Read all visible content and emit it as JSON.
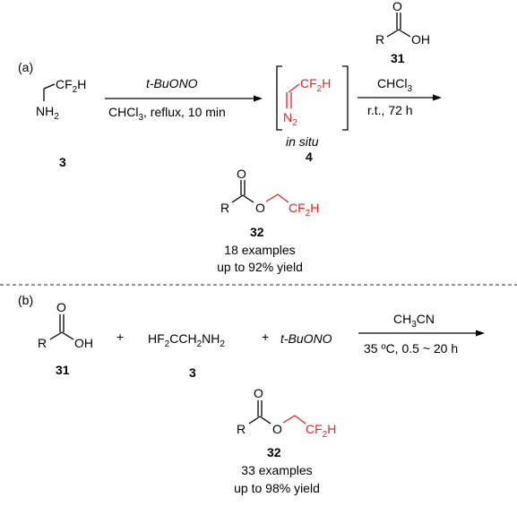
{
  "colors": {
    "highlight": "#e8202a",
    "ink": "#000000",
    "divider": "#555555"
  },
  "panel_a": {
    "label": "(a)",
    "reactant": {
      "cf2h": "CF",
      "sub2": "2",
      "h": "H",
      "nh": "NH",
      "nh_sub": "2",
      "number": "3"
    },
    "arrow1": {
      "above": "t-BuONO",
      "below": "CHCl",
      "below_sub": "3",
      "below_rest": ", reflux, 10 min"
    },
    "intermediate": {
      "cf2h": "CF",
      "sub2": "2",
      "h": "H",
      "n": "N",
      "n_sub": "2",
      "insitu": "in situ",
      "number": "4"
    },
    "acid": {
      "o": "O",
      "r": "R",
      "oh": "OH",
      "number": "31"
    },
    "arrow2": {
      "above": "CHCl",
      "above_sub": "3",
      "below": "r.t., 72 h"
    },
    "product": {
      "o": "O",
      "r": "R",
      "o2": "O",
      "cf2h": "CF",
      "sub2": "2",
      "h": "H",
      "number": "32",
      "examples": "18 examples",
      "yield": "up to 92% yield"
    }
  },
  "panel_b": {
    "label": "(b)",
    "acid": {
      "o": "O",
      "r": "R",
      "oh": "OH",
      "number": "31"
    },
    "plus1": "+",
    "amine": {
      "a": "HF",
      "a_sub": "2",
      "b": "CCH",
      "b_sub": "2",
      "c": "NH",
      "c_sub": "2",
      "number": "3"
    },
    "plus2": "+",
    "reagent": "t-BuONO",
    "arrow": {
      "above": "CH",
      "above_sub": "3",
      "above_rest": "CN",
      "below": "35 ºC, 0.5 ~ 20 h"
    },
    "product": {
      "o": "O",
      "r": "R",
      "o2": "O",
      "cf2h": "CF",
      "sub2": "2",
      "h": "H",
      "number": "32",
      "examples": "33 examples",
      "yield": "up to 98% yield"
    }
  }
}
